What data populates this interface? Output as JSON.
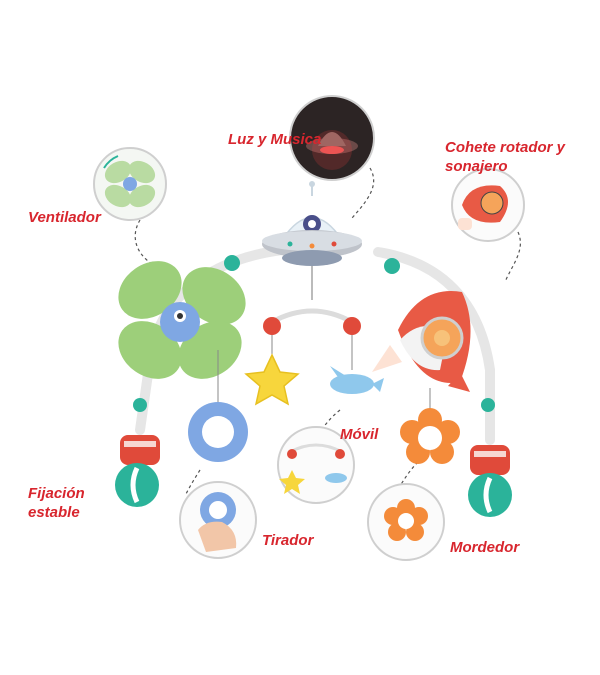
{
  "labels": {
    "luz": "Luz y Musica",
    "cohete_line1": "Cohete rotador y",
    "cohete_line2": "sonajero",
    "ventilador": "Ventilador",
    "fijacion_line1": "Fijación",
    "fijacion_line2": "estable",
    "movil": "Móvil",
    "tirador": "Tirador",
    "mordedor": "Mordedor"
  },
  "colors": {
    "label_red": "#d8262e",
    "teal": "#2bb39a",
    "red": "#e04a3a",
    "green": "#9dcf7a",
    "blue": "#7fa7e3",
    "yellow": "#f7d63c",
    "orange": "#f48b3a",
    "sky": "#8fc8ec"
  },
  "icons": [
    "ufo-icon",
    "rocket-icon",
    "fan-icon",
    "star-teether-icon",
    "airplane-teether-icon",
    "ring-teether-icon",
    "flower-teether-icon",
    "clamp-icon"
  ]
}
